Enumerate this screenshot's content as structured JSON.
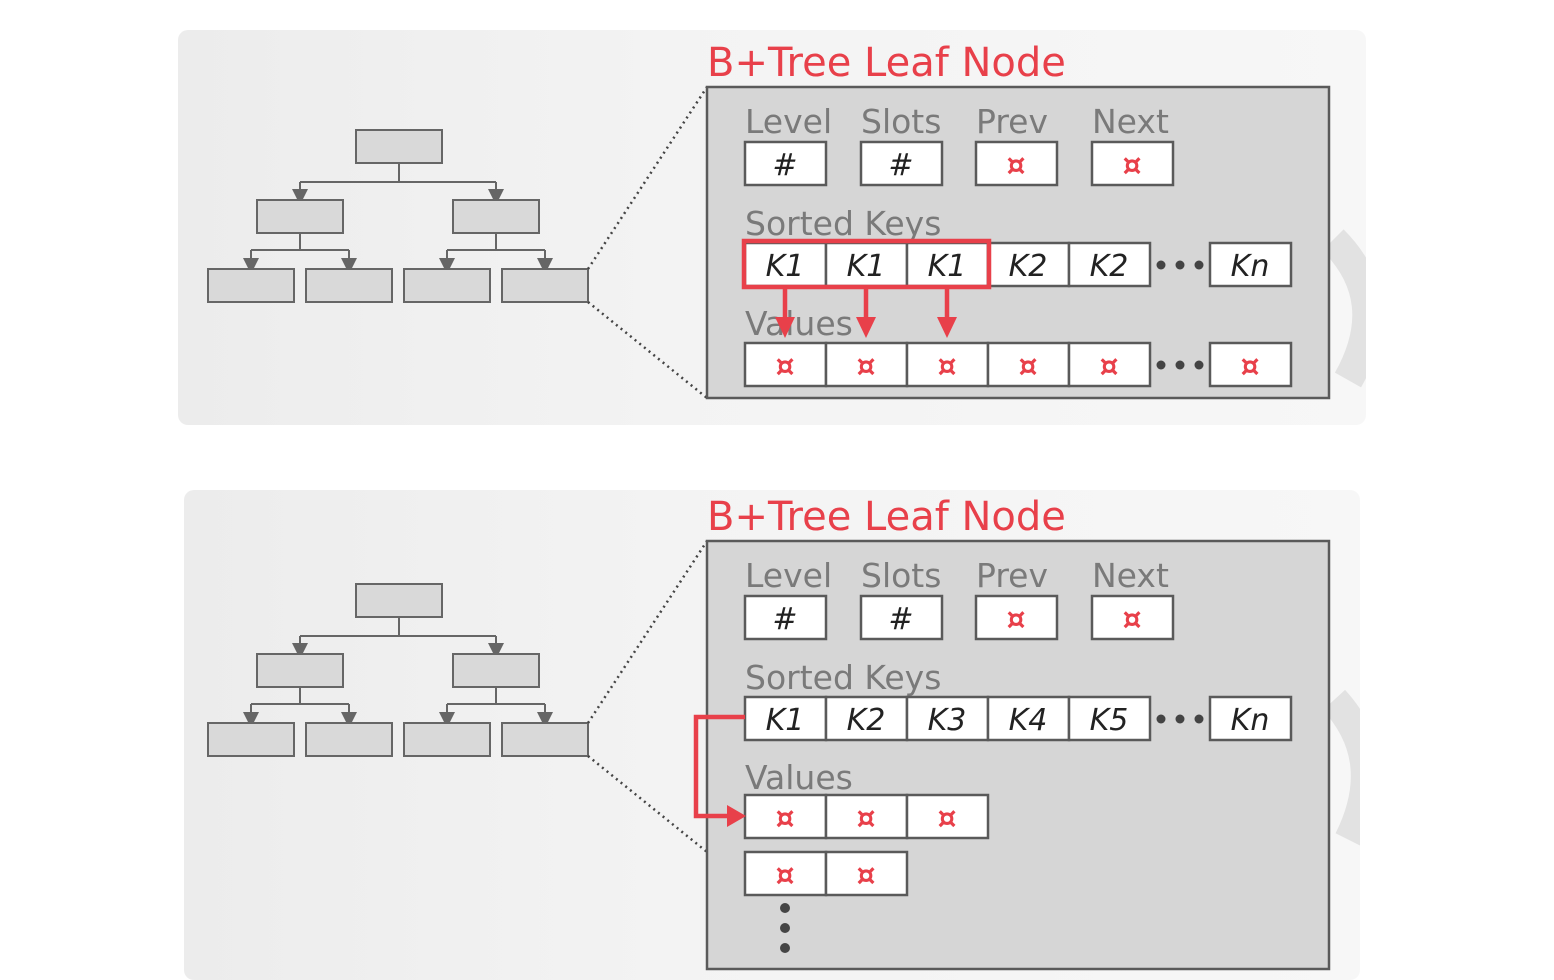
{
  "panels": [
    {
      "title": "B+Tree Leaf Node",
      "header_labels": [
        "Level",
        "Slots",
        "Prev",
        "Next"
      ],
      "header_values": [
        "#",
        "#",
        "¤",
        "¤"
      ],
      "keys_label": "Sorted Keys",
      "keys": [
        "K1",
        "K1",
        "K1",
        "K2",
        "K2"
      ],
      "last_key": "Kn",
      "values_label": "Values",
      "value_symbol": "¤",
      "values_count": 5,
      "highlighted_duplicate_keys": 3
    },
    {
      "title": "B+Tree Leaf Node",
      "header_labels": [
        "Level",
        "Slots",
        "Prev",
        "Next"
      ],
      "header_values": [
        "#",
        "#",
        "¤",
        "¤"
      ],
      "keys_label": "Sorted Keys",
      "keys": [
        "K1",
        "K2",
        "K3",
        "K4",
        "K5"
      ],
      "last_key": "Kn",
      "values_label": "Values",
      "value_symbol": "¤",
      "value_lists": [
        3,
        2
      ]
    }
  ],
  "colors": {
    "accent": "#e8404a",
    "node_fill": "#d6d6d6",
    "node_border": "#5a5a5a",
    "label": "#7a7a7a",
    "tree_box": "#d9d9d9"
  }
}
